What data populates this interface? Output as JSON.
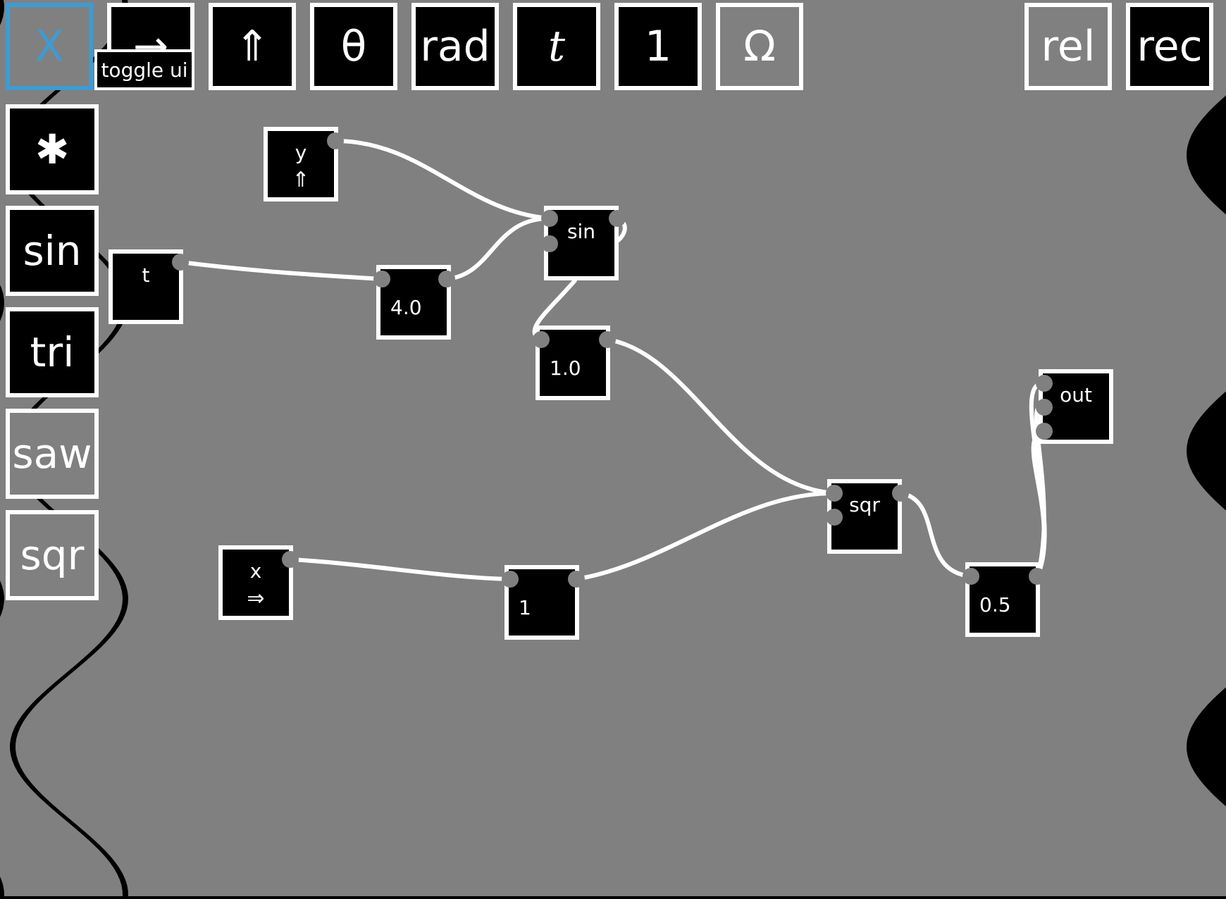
{
  "toolbar": {
    "buttons": [
      {
        "label": "X",
        "style": "selected"
      },
      {
        "label": "→",
        "style": "black"
      },
      {
        "label": "⇑",
        "style": "black"
      },
      {
        "label": "θ",
        "style": "black"
      },
      {
        "label": "rad",
        "style": "black"
      },
      {
        "label": "t",
        "style": "black"
      },
      {
        "label": "1",
        "style": "black"
      },
      {
        "label": "Ω",
        "style": "gray"
      },
      {
        "label": "rel",
        "style": "gray"
      },
      {
        "label": "rec",
        "style": "black"
      }
    ],
    "tooltip": "toggle ui"
  },
  "palette": {
    "items": [
      {
        "label": "✱",
        "style": "black"
      },
      {
        "label": "sin",
        "style": "black"
      },
      {
        "label": "tri",
        "style": "black"
      },
      {
        "label": "saw",
        "style": "gray"
      },
      {
        "label": "sqr",
        "style": "gray"
      }
    ]
  },
  "nodes": {
    "y": {
      "label": "y",
      "sub": "⇑"
    },
    "t": {
      "label": "t"
    },
    "x": {
      "label": "x",
      "sub": "⇒"
    },
    "n40": {
      "value": "4.0"
    },
    "sin": {
      "label": "sin"
    },
    "n10": {
      "value": "1.0"
    },
    "n1": {
      "value": "1"
    },
    "sqr": {
      "label": "sqr"
    },
    "n05": {
      "value": "0.5"
    },
    "out": {
      "label": "out"
    }
  },
  "colors": {
    "background": "#000000",
    "stripe": "#808080",
    "foreground": "#ffffff",
    "selected": "#3e9bd3",
    "port": "#808080"
  }
}
